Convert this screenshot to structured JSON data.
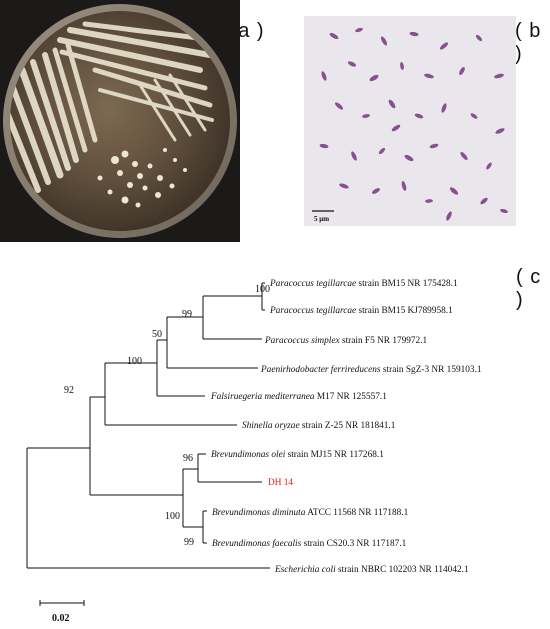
{
  "panels": {
    "a": "( a )",
    "b": "( b )",
    "c": "( c )"
  },
  "micrograph": {
    "scale_bar": "5 μm"
  },
  "tree": {
    "taxa": [
      {
        "genus": "Paracoccus tegillarcae",
        "strain": "strain BM15 NR 175428.1"
      },
      {
        "genus": "Paracoccus tegillarcae",
        "strain": "strain BM15 KJ789958.1"
      },
      {
        "genus": "Paracoccus simplex",
        "strain": "strain F5 NR 179972.1"
      },
      {
        "genus": "Paenirhodobacter ferrireducens",
        "strain": "strain SgZ-3 NR 159103.1"
      },
      {
        "genus": "Falsiruegeria mediterranea",
        "strain": "M17 NR 125557.1"
      },
      {
        "genus": "Shinella oryzae",
        "strain": "strain Z-25 NR 181841.1"
      },
      {
        "genus": "Brevundimonas olei",
        "strain": "strain MJ15 NR 117268.1"
      },
      {
        "genus": "",
        "strain": "DH 14"
      },
      {
        "genus": "Brevundimonas diminuta",
        "strain": "ATCC 11568 NR 117188.1"
      },
      {
        "genus": "Brevundimonas faecalis",
        "strain": "strain CS20.3 NR 117187.1"
      },
      {
        "genus": "Escherichia coli",
        "strain": "strain NBRC 102203 NR 114042.1"
      }
    ],
    "bootstrap": [
      "100",
      "99",
      "50",
      "100",
      "92",
      "96",
      "100",
      "99"
    ],
    "scale": "0.02",
    "highlight_color": "#e02020"
  }
}
